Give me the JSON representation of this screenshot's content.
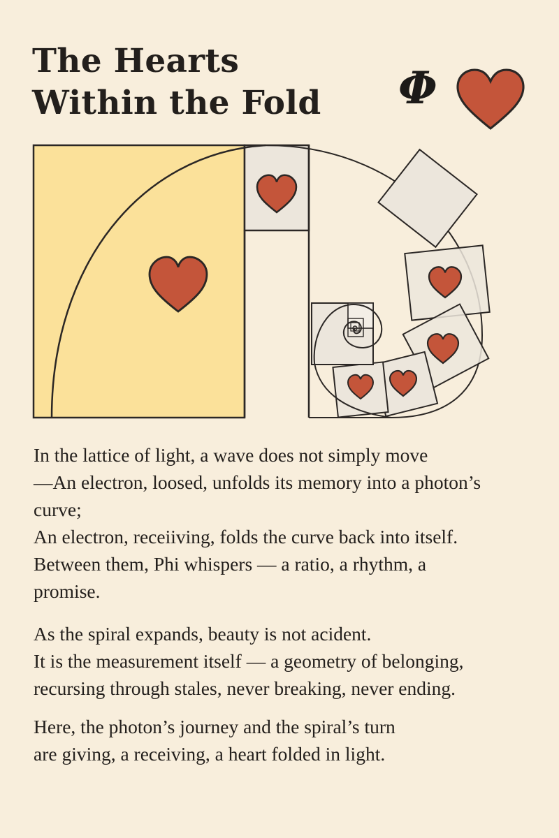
{
  "header": {
    "title_line1": "The Hearts",
    "title_line2": "Within the Fold",
    "symbol": "Φ",
    "heart_icon": "heart-icon"
  },
  "colors": {
    "background": "#f8eedc",
    "gold_square": "#fbe19a",
    "tile": "#ece6dc",
    "heart": "#c4553a",
    "stroke": "#2b2725"
  },
  "body": {
    "lines": [
      "In the lattice of light, a wave does not simply move",
      "—An electron, loosed, unfolds its memory into a photon’s",
      "curve;",
      "An electron, receiiving, folds the curve back into itself.",
      "Between them, Phi whispers — a ratio, a rhythm, a",
      "promise.",
      "As the spiral expands, beauty is not acident.",
      "It is the measurement itself — a geometry of belonging,",
      "recursing through stales, never breaking, never ending.",
      "Here, the photon’s journey and the spiral’s turn",
      "are giving, a receiving, a heart folded in light."
    ]
  }
}
